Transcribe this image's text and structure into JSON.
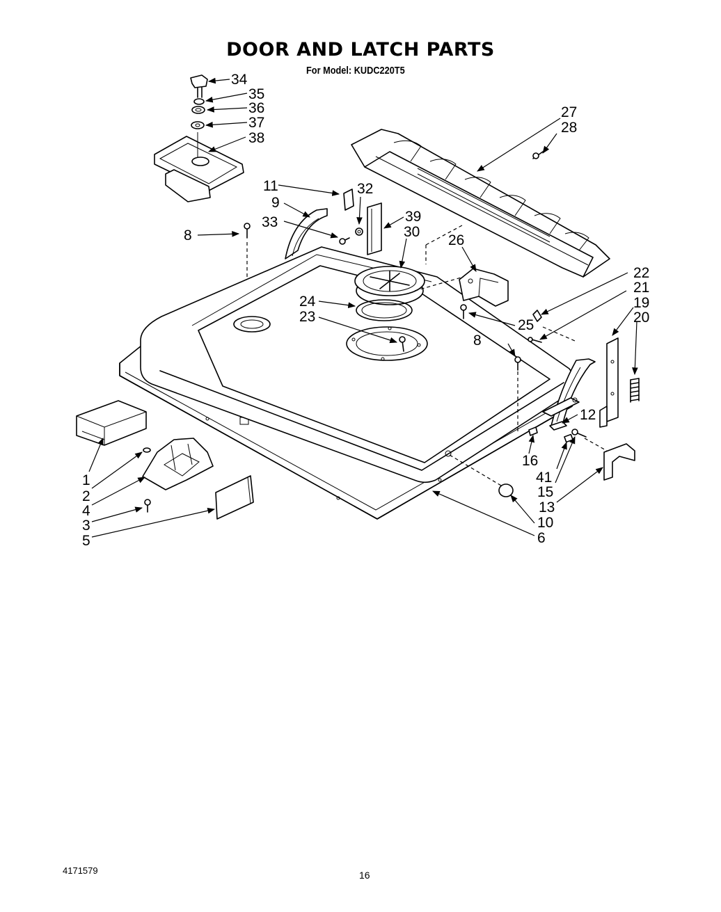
{
  "header": {
    "title": "DOOR AND LATCH PARTS",
    "subtitle": "For Model: KUDC220T5"
  },
  "footer": {
    "doc_number": "4171579",
    "page_number": "16"
  },
  "callouts": [
    "34",
    "35",
    "36",
    "37",
    "38",
    "11",
    "9",
    "32",
    "33",
    "8",
    "39",
    "30",
    "27",
    "28",
    "26",
    "24",
    "23",
    "22",
    "21",
    "19",
    "20",
    "25",
    "12",
    "16",
    "41",
    "15",
    "13",
    "10",
    "6",
    "1",
    "2",
    "4",
    "3",
    "5"
  ]
}
